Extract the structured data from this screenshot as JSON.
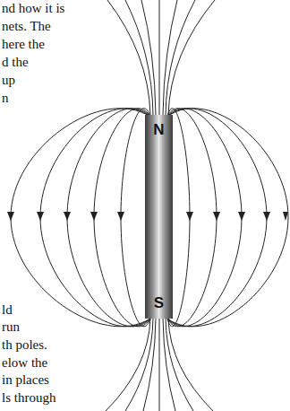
{
  "diagram": {
    "nodes": [
      {
        "text": [
          "N",
          "S"
        ]
      }
    ],
    "labels": [
      "nd how it is",
      "nets.  The",
      "here the",
      "d the",
      "up",
      "n",
      "ld",
      "run",
      "th poles.",
      "elow the",
      "in places",
      "ls through"
    ]
  }
}
